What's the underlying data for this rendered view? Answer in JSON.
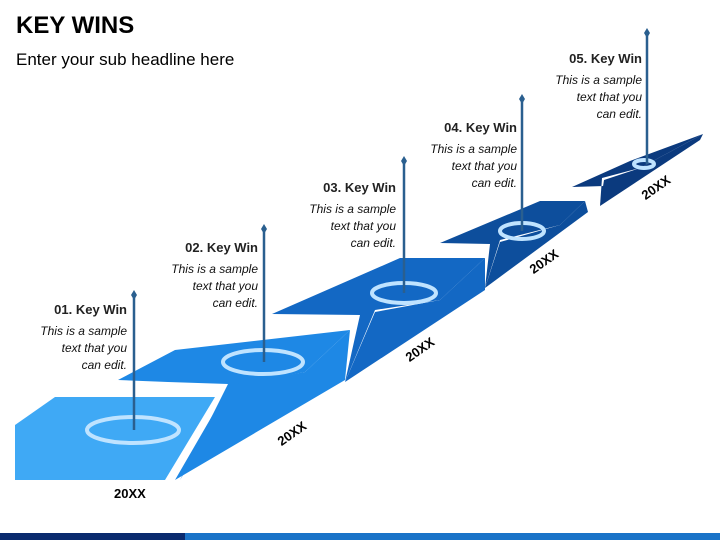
{
  "title": "KEY WINS",
  "subtitle": "Enter your sub headline here",
  "colors": {
    "step1": "#3fa9f5",
    "step2": "#1e88e5",
    "step3": "#1368c4",
    "step4": "#0d4e9c",
    "step5": "#0b3a7e",
    "pin": "#2a5f8f",
    "ring": "#bfe3ff",
    "bar_dark": "#0a2a6e",
    "bar_light": "#1a73c8"
  },
  "wins": [
    {
      "heading": "01. Key Win",
      "lines": [
        "This is a sample",
        "text that you",
        "can edit."
      ],
      "year": "20XX"
    },
    {
      "heading": "02. Key Win",
      "lines": [
        "This is a sample",
        "text that you",
        "can edit."
      ],
      "year": "20XX"
    },
    {
      "heading": "03. Key Win",
      "lines": [
        "This is a sample",
        "text that you",
        "can edit."
      ],
      "year": "20XX"
    },
    {
      "heading": "04. Key Win",
      "lines": [
        "This is a sample",
        "text that you",
        "can edit."
      ],
      "year": "20XX"
    },
    {
      "heading": "05. Key Win",
      "lines": [
        "This is a sample",
        "text that you",
        "can edit."
      ],
      "year": "20XX"
    }
  ]
}
